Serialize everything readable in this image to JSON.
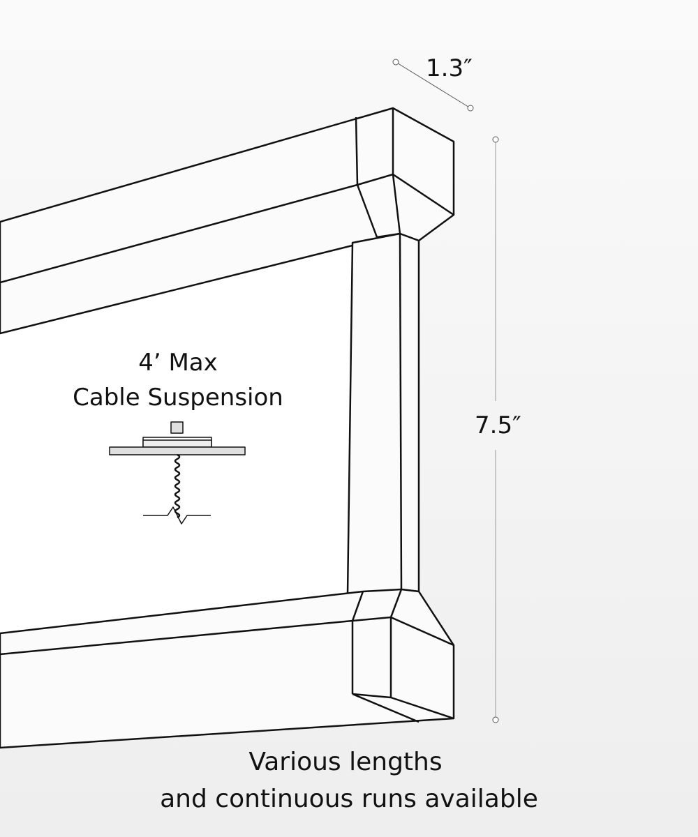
{
  "dimensions": {
    "depth": "1.3″",
    "height": "7.5″"
  },
  "suspension": {
    "line1": "4’ Max",
    "line2": "Cable Suspension"
  },
  "caption": {
    "line1": "Various lengths",
    "line2": "and continuous runs available"
  }
}
